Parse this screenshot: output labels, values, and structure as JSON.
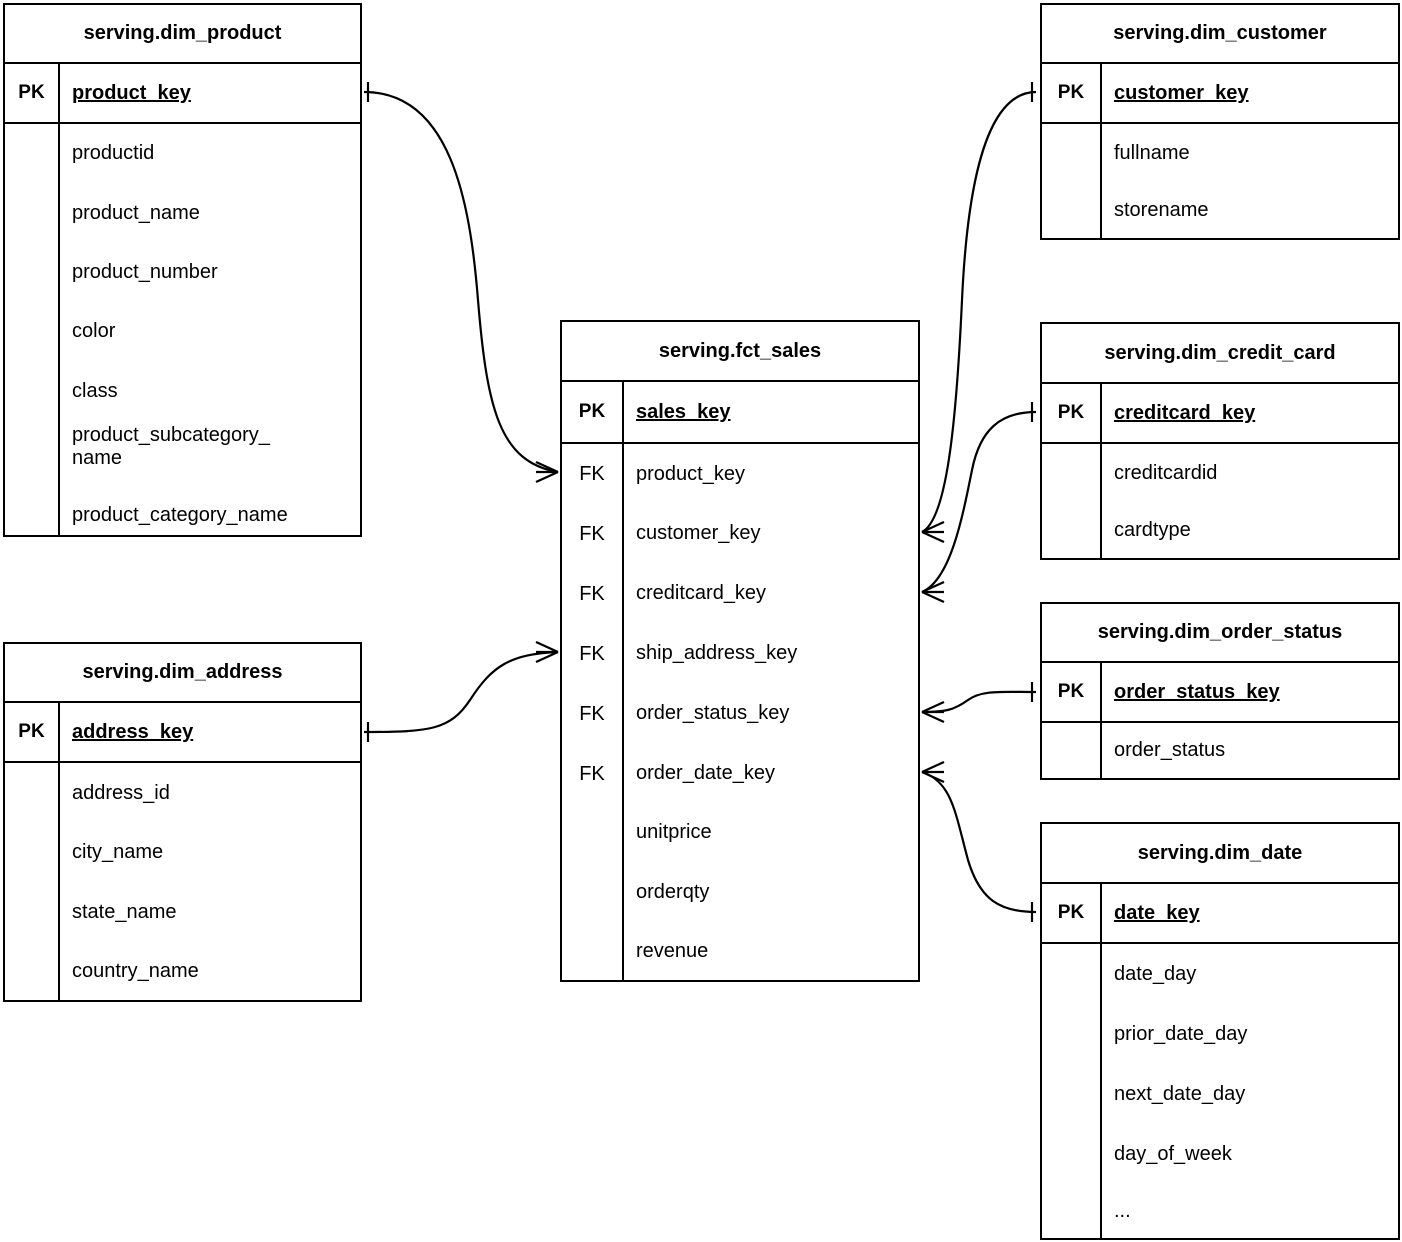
{
  "diagram": {
    "type": "entity-relationship-diagram",
    "notation": "crow-foot",
    "background": "#ffffff",
    "line_color": "#000000"
  },
  "entities": [
    {
      "id": "dim_product",
      "title": "serving.dim_product",
      "pk_label": "PK",
      "pk_field": "product_key",
      "attributes": [
        "productid",
        "product_name",
        "product_number",
        "color",
        "class",
        "product_subcategory_\nname",
        "product_category_name"
      ]
    },
    {
      "id": "dim_address",
      "title": "serving.dim_address",
      "pk_label": "PK",
      "pk_field": "address_key",
      "attributes": [
        "address_id",
        "city_name",
        "state_name",
        "country_name"
      ]
    },
    {
      "id": "fct_sales",
      "title": "serving.fct_sales",
      "pk_label": "PK",
      "pk_field": "sales_key",
      "fk_label": "FK",
      "foreign_keys": [
        "product_key",
        "customer_key",
        "creditcard_key",
        "ship_address_key",
        "order_status_key",
        "order_date_key"
      ],
      "measures": [
        "unitprice",
        "orderqty",
        "revenue"
      ]
    },
    {
      "id": "dim_customer",
      "title": "serving.dim_customer",
      "pk_label": "PK",
      "pk_field": "customer_key",
      "attributes": [
        "fullname",
        "storename"
      ]
    },
    {
      "id": "dim_credit_card",
      "title": "serving.dim_credit_card",
      "pk_label": "PK",
      "pk_field": "creditcard_key",
      "attributes": [
        "creditcardid",
        "cardtype"
      ]
    },
    {
      "id": "dim_order_status",
      "title": "serving.dim_order_status",
      "pk_label": "PK",
      "pk_field": "order_status_key",
      "attributes": [
        "order_status"
      ]
    },
    {
      "id": "dim_date",
      "title": "serving.dim_date",
      "pk_label": "PK",
      "pk_field": "date_key",
      "attributes": [
        "date_day",
        "prior_date_day",
        "next_date_day",
        "day_of_week",
        "..."
      ]
    }
  ],
  "relationships": [
    {
      "from": "dim_product.product_key",
      "to": "fct_sales.product_key",
      "from_cardinality": "one",
      "to_cardinality": "many"
    },
    {
      "from": "dim_address.address_key",
      "to": "fct_sales.ship_address_key",
      "from_cardinality": "one",
      "to_cardinality": "many"
    },
    {
      "from": "dim_customer.customer_key",
      "to": "fct_sales.customer_key",
      "from_cardinality": "one",
      "to_cardinality": "many"
    },
    {
      "from": "dim_credit_card.creditcard_key",
      "to": "fct_sales.creditcard_key",
      "from_cardinality": "one",
      "to_cardinality": "many"
    },
    {
      "from": "dim_order_status.order_status_key",
      "to": "fct_sales.order_status_key",
      "from_cardinality": "one",
      "to_cardinality": "many"
    },
    {
      "from": "dim_date.date_key",
      "to": "fct_sales.order_date_key",
      "from_cardinality": "one",
      "to_cardinality": "many"
    }
  ]
}
